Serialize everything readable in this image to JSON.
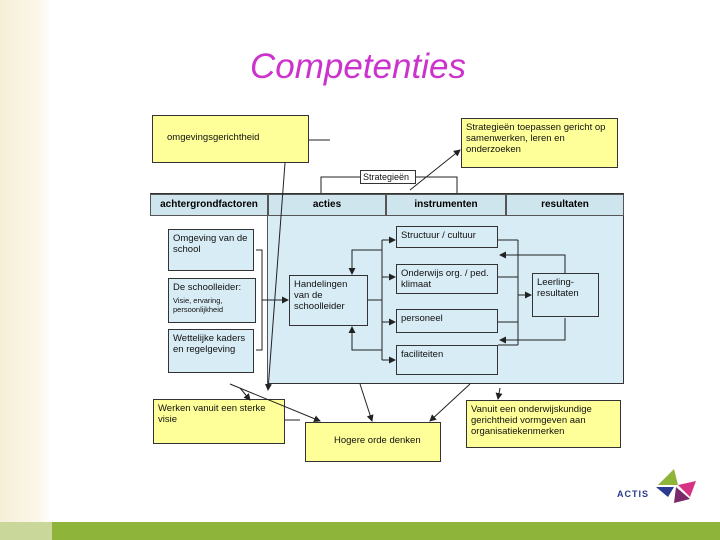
{
  "slide": {
    "title": "Competenties"
  },
  "diagram": {
    "top_left": "omgevingsgerichtheid",
    "top_right": "Strategieën toepassen gericht op samenwerken, leren en onderzoeken",
    "strategy_label": "Strategieën",
    "columns": [
      "achtergrondfactoren",
      "acties",
      "instrumenten",
      "resultaten"
    ],
    "background_factors": [
      {
        "text": "Omgeving van de school"
      },
      {
        "heading": "De schoolleider:",
        "sub": "Visie, ervaring, persoonlijkheid"
      },
      {
        "text": "Wettelijke kaders en regelgeving"
      }
    ],
    "action": "Handelingen van de schoolleider",
    "instruments": [
      "Structuur / cultuur",
      "Onderwijs org. / ped. klimaat",
      "personeel",
      "faciliteiten"
    ],
    "result": "Leerling-resultaten",
    "bottom_left": "Werken vanuit een sterke visie",
    "bottom_center": "Hogere orde denken",
    "bottom_right": "Vanuit een onderwijskundige gerichtheid vormgeven aan organisatiekenmerken"
  },
  "logo": {
    "text": "ACTIS",
    "colors": [
      "#2a3b8f",
      "#d63384",
      "#8fb43a",
      "#7a2a6a"
    ]
  }
}
